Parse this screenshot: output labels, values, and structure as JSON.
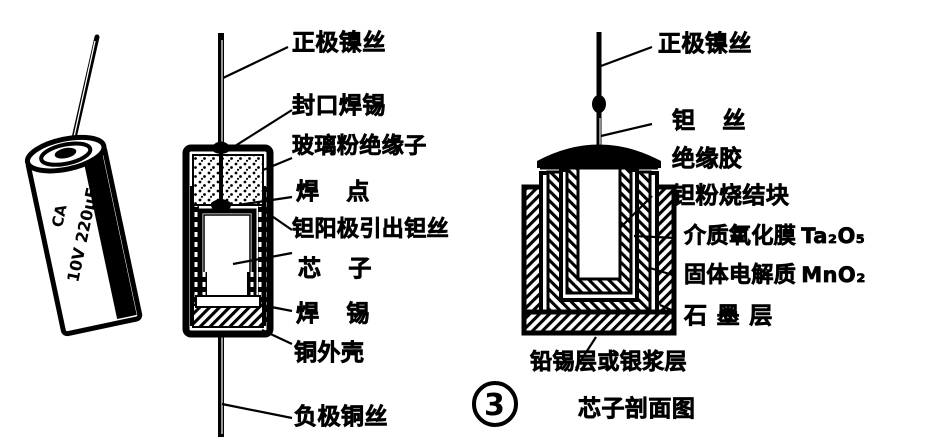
{
  "figure": {
    "number_label": "③",
    "caption": "芯子剖面图",
    "title_hidden": ""
  },
  "left_photo": {
    "name": "tantalum-capacitor-body",
    "marking_brand": "CA",
    "marking_rating": "10V 220μF"
  },
  "middle_diagram": {
    "name": "wet-tantalum-capacitor-cross-section",
    "labels": [
      {
        "id": "anode-nickel-wire",
        "text": "正极镍丝"
      },
      {
        "id": "seal-solder",
        "text": "封口焊锡"
      },
      {
        "id": "glass-powder-insulator",
        "text": "玻璃粉绝缘子"
      },
      {
        "id": "weld-point",
        "text": "焊  点"
      },
      {
        "id": "tantalum-anode-lead-wire",
        "text": "钽阳极引出钽丝"
      },
      {
        "id": "core",
        "text": "芯  子"
      },
      {
        "id": "solder",
        "text": "焊  锡"
      },
      {
        "id": "copper-case",
        "text": "铜外壳"
      },
      {
        "id": "cathode-copper-wire",
        "text": "负极铜丝"
      }
    ]
  },
  "right_diagram": {
    "name": "solid-tantalum-capacitor-core-cross-section",
    "labels": [
      {
        "id": "anode-nickel-wire",
        "text": "正极镍丝"
      },
      {
        "id": "tantalum-wire",
        "text": "钽  丝"
      },
      {
        "id": "insulating-glue",
        "text": "绝缘胶"
      },
      {
        "id": "tantalum-powder-sintered-block",
        "text": "钽粉烧结块"
      },
      {
        "id": "dielectric-oxide-film",
        "text": "介质氧化膜",
        "formula": "Ta2O5",
        "formula_display": "Ta₂O₅"
      },
      {
        "id": "solid-electrolyte",
        "text": "固体电解质",
        "formula": "MnO2",
        "formula_display": "MnO₂"
      },
      {
        "id": "graphite-layer",
        "text": "石墨层"
      },
      {
        "id": "lead-tin-or-silver-paste-layer",
        "text": "铅锡层或银浆层"
      }
    ]
  },
  "colors": {
    "ink": "#000000",
    "paper": "#ffffff"
  }
}
